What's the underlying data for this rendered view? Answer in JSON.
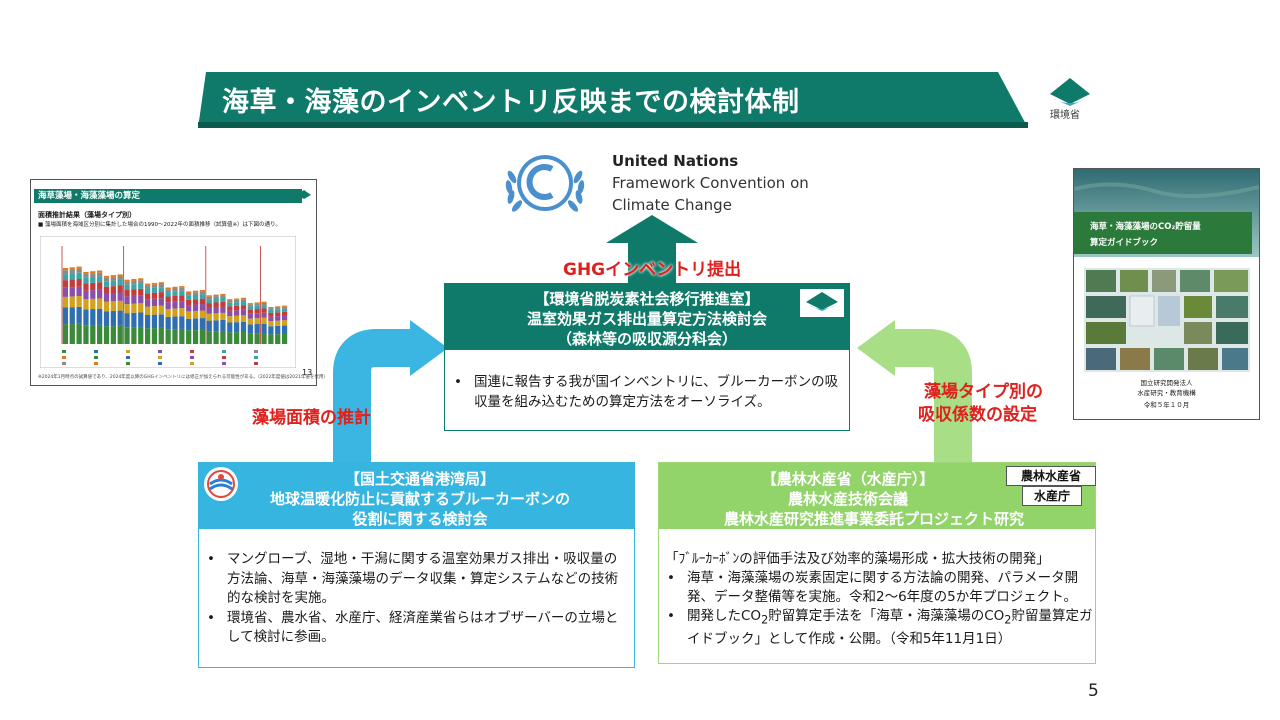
{
  "title": "海草・海藻のインベントリ反映までの検討体制",
  "moe_logo_label": "環境省",
  "unfccc": {
    "line1": "United Nations",
    "line2": "Framework Convention on",
    "line3": "Climate Change"
  },
  "ghg_label": "GHGインベントリ提出",
  "center": {
    "line1": "【環境省脱炭素社会移行推進室】",
    "line2": "温室効果ガス排出量算定方法検討会",
    "line3": "（森林等の吸収源分科会）",
    "bullets": [
      "国連に報告する我が国インベントリに、ブルーカーボンの吸収量を組み込むための算定方法をオーソライズ。"
    ]
  },
  "left_arrow_label": "藻場面積の推計",
  "right_arrow_label_1": "藻場タイプ別の",
  "right_arrow_label_2": "吸収係数の設定",
  "mlit": {
    "line1": "【国土交通省港湾局】",
    "line2": "地球温暖化防止に貢献するブルーカーボンの",
    "line3": "役割に関する検討会",
    "bullets": [
      "マングローブ、湿地・干潟に関する温室効果ガス排出・吸収量の方法論、海草・海藻藻場のデータ収集・算定システムなどの技術的な検討を実施。",
      "環境省、農水省、水産庁、経済産業省らはオブザーバーの立場として検討に参画。"
    ]
  },
  "maff": {
    "line1": "【農林水産省（水産庁）】",
    "line2": "農林水産技術会議",
    "line3": "農林水産研究推進事業委託プロジェクト研究",
    "logo1": "農林水産省",
    "logo2": "水産庁",
    "intro": "「ﾌﾞﾙｰｶｰﾎﾞﾝの評価手法及び効率的藻場形成・拡大技術の開発」",
    "bullet1": "海草・海藻藻場の炭素固定に関する方法論の開発、パラメータ開発、データ整備等を実施。令和2～6年度の5か年プロジェクト。",
    "bullet2_a": "開発したCO",
    "bullet2_sub1": "2",
    "bullet2_b": "貯留算定手法を「海草・海藻藻場のCO",
    "bullet2_sub2": "2",
    "bullet2_c": "貯留量算定ガイドブック」として作成・公開。（令和5年11月1日）"
  },
  "thumb_left": {
    "title": "海草藻場・海藻藻場の算定",
    "subtitle": "面積推計結果（藻場タイプ別）",
    "desc": "■ 藻場面積を海域区分別に集計した場合の1990～2022年の面積推移（試算値※）は下図の通り。",
    "page": "13",
    "note": "※2024年1月時点の試算値であり、2024年度以降のGHGインベントリには修正が加えられる可能性がある。（2022年度値は2021年値を代用）"
  },
  "book": {
    "title_1": "海草・海藻藻場のCO₂貯留量",
    "title_2": "算定ガイドブック",
    "pub_1": "国立研究開発法人",
    "pub_2": "水産研究・教育機構",
    "pub_3": "令和５年１０月"
  },
  "page_number": "5",
  "colors": {
    "title_band": "#0f7a6a",
    "center_header": "#0f7a6a",
    "mlit_header": "#35b5df",
    "maff_header": "#92d36a",
    "accent_red": "#e0201c"
  }
}
